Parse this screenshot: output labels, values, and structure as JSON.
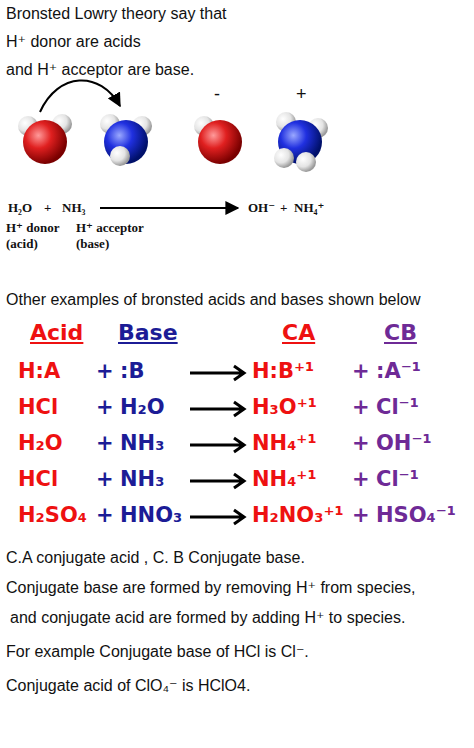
{
  "diagram": {
    "labels": [
      "Bronsted Lowry theory say that",
      "H⁺ donor are acids",
      "and H⁺ acceptor are base.",
      "-",
      "+",
      "H₂O",
      "+",
      "NH₃",
      "OH⁻",
      "+",
      "NH₄⁺",
      "H⁺ donor (acid)",
      "H⁺ acceptor (base)",
      "Other examples of  bronsted acids and bases shown below",
      "Acid",
      "Base",
      "CA",
      "CB",
      "H:A",
      "+",
      ":B",
      "H:B⁺¹",
      "+",
      ":A⁻¹",
      "HCl",
      "+",
      "H₂O",
      "H₃O⁺¹",
      "+",
      "Cl⁻¹",
      "H₂O",
      "+",
      "NH₃",
      "NH₄⁺¹",
      "+",
      "OH⁻¹",
      "HCl",
      "+",
      "NH₃",
      "NH₄⁺¹",
      "+",
      "Cl⁻¹",
      "H₂SO₄",
      "+",
      "HNO₃",
      "H₂NO₃⁺¹",
      "+",
      "HSO₄⁻¹",
      "C.A conjugate acid , C. B Conjugate base.",
      "Conjugate base are formed by removing H⁺ from species,",
      "and conjugate acid are formed by adding H⁺ to species.",
      "For example Conjugate base of HCl is Cl⁻.",
      "Conjugate acid of ClO₄⁻ is HClO4."
    ]
  }
}
